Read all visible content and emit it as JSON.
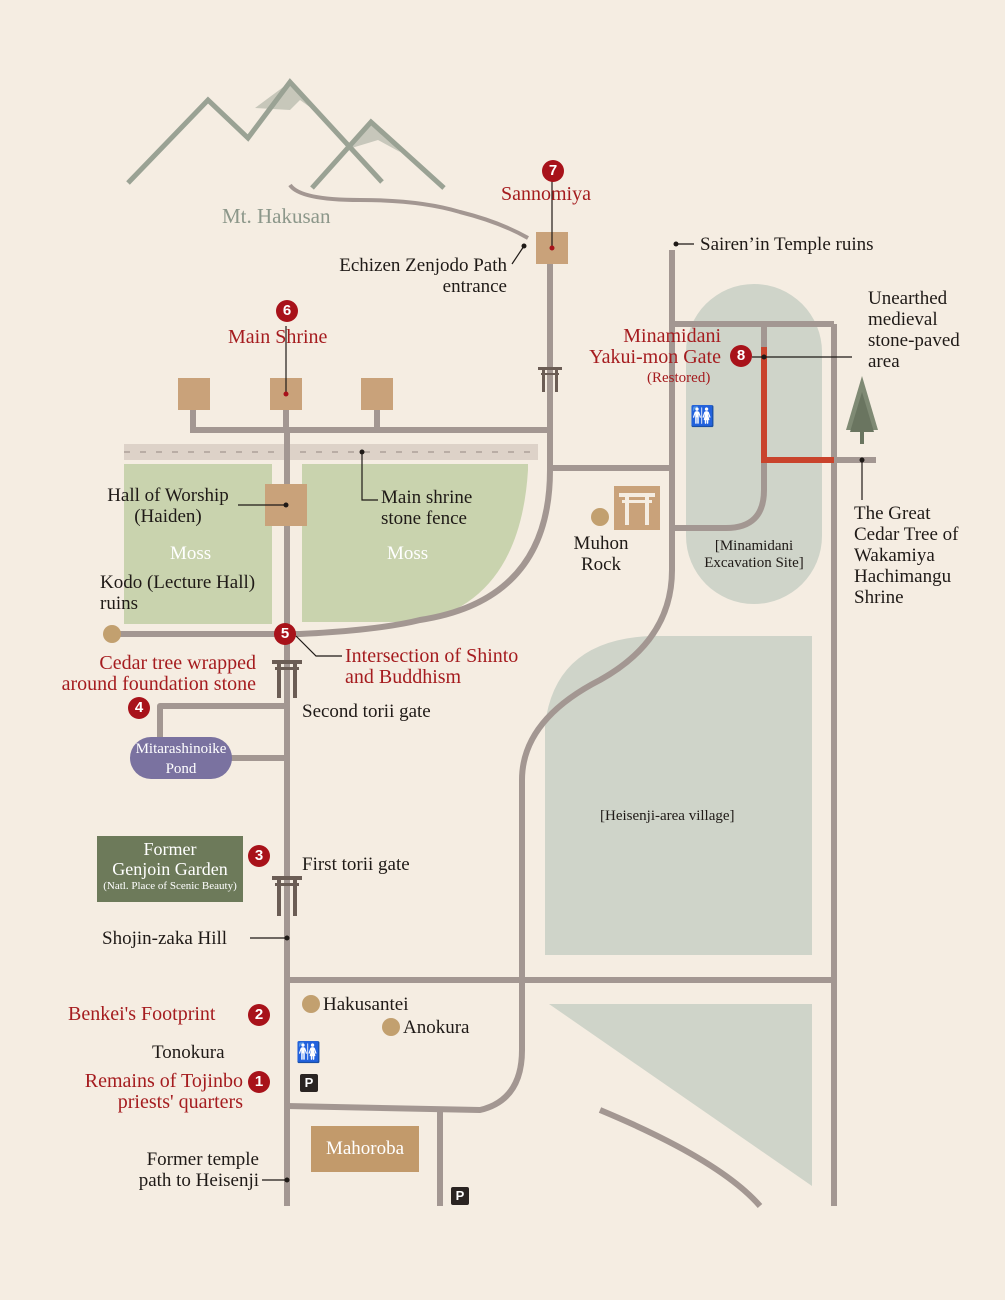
{
  "mountain": {
    "name": "Mt. Hakusan"
  },
  "numbered_sites": [
    {
      "number": "1",
      "label": "Remains of Tojinbo priests' quarters"
    },
    {
      "number": "2",
      "label": "Benkei's Footprint"
    },
    {
      "number": "3",
      "label": "Former Genjoin Garden"
    },
    {
      "number": "4",
      "label": "Cedar tree wrapped around foundation stone"
    },
    {
      "number": "5",
      "label": "Intersection of Shinto and Buddhism"
    },
    {
      "number": "6",
      "label": "Main Shrine"
    },
    {
      "number": "7",
      "label": "Sannomiya"
    },
    {
      "number": "8",
      "label": "Minamidani Yakui-mon Gate"
    }
  ],
  "labels": {
    "sannomiya": "Sannomiya",
    "echizen_1": "Echizen Zenjodo Path",
    "echizen_2": "entrance",
    "sairenin": "Sairen’in Temple ruins",
    "unearthed_1": "Unearthed",
    "unearthed_2": "medieval",
    "unearthed_3": "stone-paved",
    "unearthed_4": "area",
    "main_shrine": "Main Shrine",
    "minamidani_1": "Minamidani",
    "minamidani_2": "Yakui-mon Gate",
    "restored": "(Restored)",
    "hall_1": "Hall of Worship",
    "hall_2": "(Haiden)",
    "fence_1": "Main shrine",
    "fence_2": "stone fence",
    "moss_left": "Moss",
    "moss_right": "Moss",
    "muhon_1": "Muhon",
    "muhon_2": "Rock",
    "excavation_1": "[Minamidani",
    "excavation_2": "Excavation Site]",
    "cedar_great_1": "The Great",
    "cedar_great_2": "Cedar Tree of",
    "cedar_great_3": "Wakamiya",
    "cedar_great_4": "Hachimangu",
    "cedar_great_5": "Shrine",
    "kodo_1": "Kodo (Lecture Hall)",
    "kodo_2": "ruins",
    "intersection_1": "Intersection of Shinto",
    "intersection_2": "and Buddhism",
    "cedar_wrapped_1": "Cedar tree wrapped",
    "cedar_wrapped_2": "around foundation stone",
    "second_torii": "Second torii gate",
    "pond_1": "Mitarashinoike",
    "pond_2": "Pond",
    "village": "[Heisenji-area village]",
    "genjoin_1": "Former",
    "genjoin_2": "Genjoin Garden",
    "genjoin_3": "(Natl. Place of Scenic Beauty)",
    "first_torii": "First torii gate",
    "shojin": "Shojin-zaka Hill",
    "hakusantei": "Hakusantei",
    "anokura": "Anokura",
    "benkei": "Benkei's Footprint",
    "tonokura": "Tonokura",
    "tojinbo_1": "Remains of Tojinbo",
    "tojinbo_2": "priests' quarters",
    "mahoroba": "Mahoroba",
    "former_path_1": "Former temple",
    "former_path_2": "path to Heisenji",
    "parking": "P",
    "restroom": "🚻"
  },
  "colors": {
    "background": "#f5ede2",
    "road": "#a39792",
    "moss": "#c9d3ae",
    "site_area": "#cfd4c9",
    "marker_red": "#a8121a",
    "building": "#c9a27a",
    "stone_paved": "#c9432c",
    "pond": "#7a72a0",
    "garden": "#6d7a5a",
    "mahoroba": "#c29a6b",
    "mountain": "#9aa294"
  }
}
